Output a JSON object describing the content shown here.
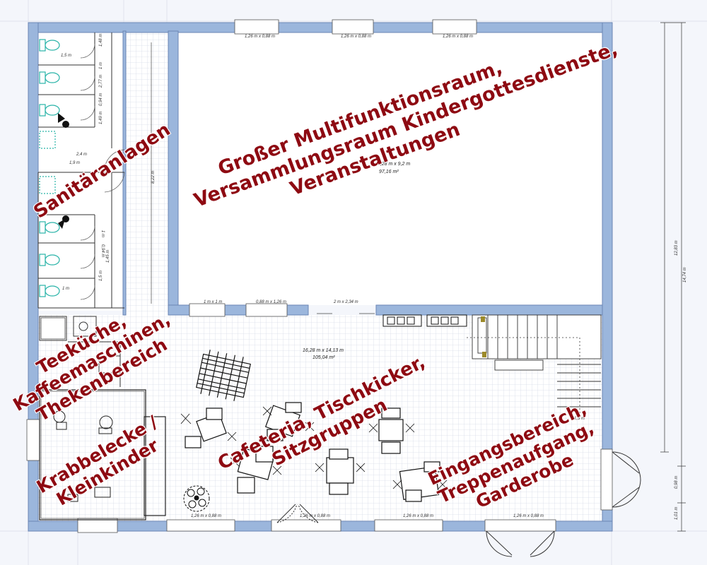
{
  "labels": {
    "multiroom": [
      "Großer Multifunktionsraum,",
      "Versammlungsraum Kindergottesdienste,",
      "Veranstaltungen"
    ],
    "sanitary": [
      "Sanitäranlagen"
    ],
    "kitchen": [
      "Teeküche,",
      "Kaffeemaschinen,",
      "Thekenbereich"
    ],
    "crawl": [
      "Krabbelecke /",
      "Kleinkinder"
    ],
    "cafeteria": [
      "Cafeteria, Tischkicker,",
      "Sitzgruppen"
    ],
    "entrance": [
      "Eingangsbereich,",
      "Treppenaufgang,",
      "Garderobe"
    ]
  },
  "measurements": {
    "main_hall_size": "10,28 m x 9,2 m",
    "main_hall_area": "97,16 m²",
    "lower_hall_size": "16,28 m x 14,13 m",
    "lower_hall_area": "105,04 m²",
    "corridor_height": "8,22 m",
    "right_total": "12,83 m",
    "right_outer": "14,74 m",
    "right_door_1": "0,98 m",
    "right_door_2": "1,01 m",
    "stair_width": "1,3 m",
    "wc_width": "1,5 m",
    "wc_width_2": "1,9 m",
    "wc_width_3": "2,4 m",
    "wc_depth_1": "1,48 m",
    "wc_depth_2": "1 m",
    "wc_depth_3": "2,77 m",
    "wc_depth_4": "0,94 m",
    "wc_depth_5": "1,49 m",
    "wc_lower_1": "1 m",
    "wc_lower_2": "1,5 m",
    "wc_lower_3": "0,94 m",
    "wc_lower_4": "1,45 m",
    "wc_lower_5": "1 m",
    "window_top_1": "1,26 m x 0,88 m",
    "window_top_2": "1,26 m x 0,88 m",
    "window_top_3": "1,26 m x 0,88 m",
    "window_inner_1": "1 m x 1 m",
    "window_inner_2": "0,88 m x 1,26 m",
    "opening_inner": "2 m x 2,34 m",
    "window_bottom_1": "1,26 m x 0,88 m",
    "window_bottom_2": "1,26 m x 0,88 m",
    "window_bottom_3": "1,26 m x 0,88 m",
    "window_bottom_4": "1,26 m x 0,88 m"
  },
  "colors": {
    "wall": "#9bb6dc",
    "wall_stroke": "#6b86b4",
    "floor_line": "#d8dce8",
    "floor": "#ffffff",
    "label": "#8e0a12",
    "sanitary_accent": "#29b3a8"
  },
  "icons": [
    "toilet-icon",
    "door-swing-icon",
    "stair-icon",
    "table-icon",
    "chair-icon",
    "plant-icon",
    "foosball-table-icon",
    "sink-icon",
    "stove-icon"
  ]
}
